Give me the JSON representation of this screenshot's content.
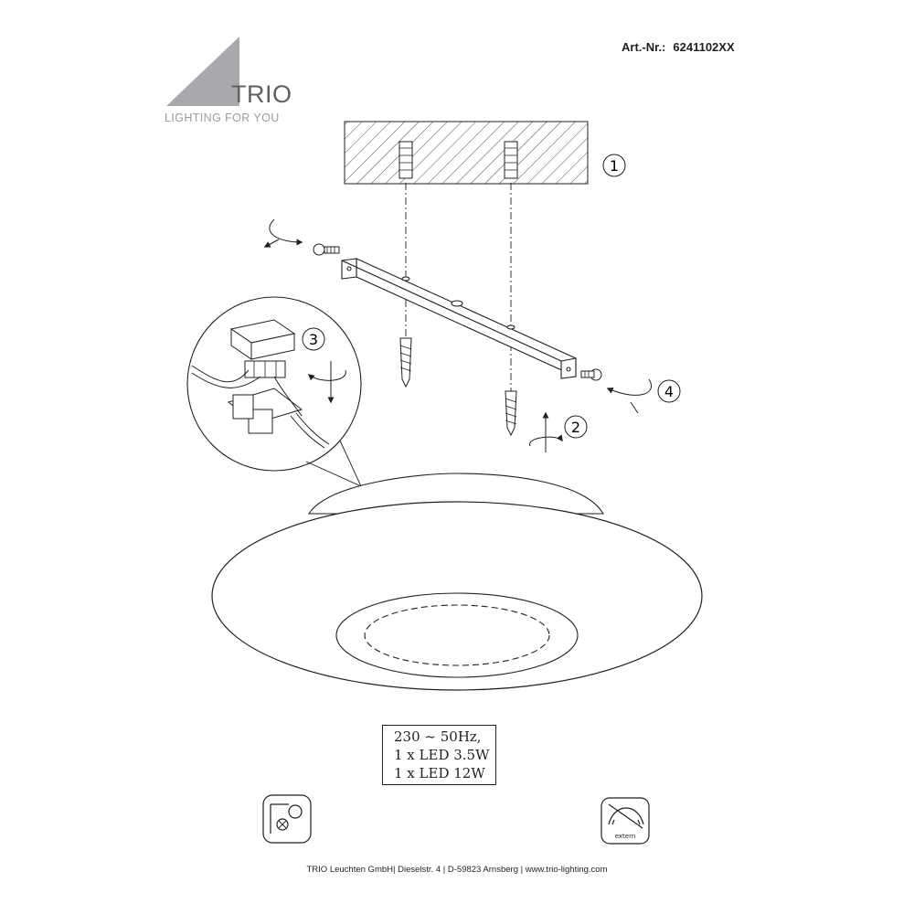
{
  "header": {
    "art_label": "Art.-Nr.:",
    "art_number": "6241102XX"
  },
  "logo": {
    "name": "TRIO",
    "tagline": "LIGHTING FOR YOU",
    "shape_color": "#a7a9ac"
  },
  "steps": [
    "1",
    "2",
    "3",
    "4"
  ],
  "specs": {
    "line1": "230 ~ 50Hz,",
    "line2": "1 x LED 3.5W",
    "line3": "1 x LED 12W"
  },
  "icons": {
    "left": "ceiling-mount-symbol-icon",
    "right": "external-driver-symbol-icon",
    "right_label": "extern"
  },
  "footer": {
    "company": "TRIO  Leuchten   GmbH|",
    "street": "Dieselstr. 4",
    "city": "D-59823 Arnsberg",
    "web": "www.trio-lighting.com",
    "sep": "|"
  }
}
